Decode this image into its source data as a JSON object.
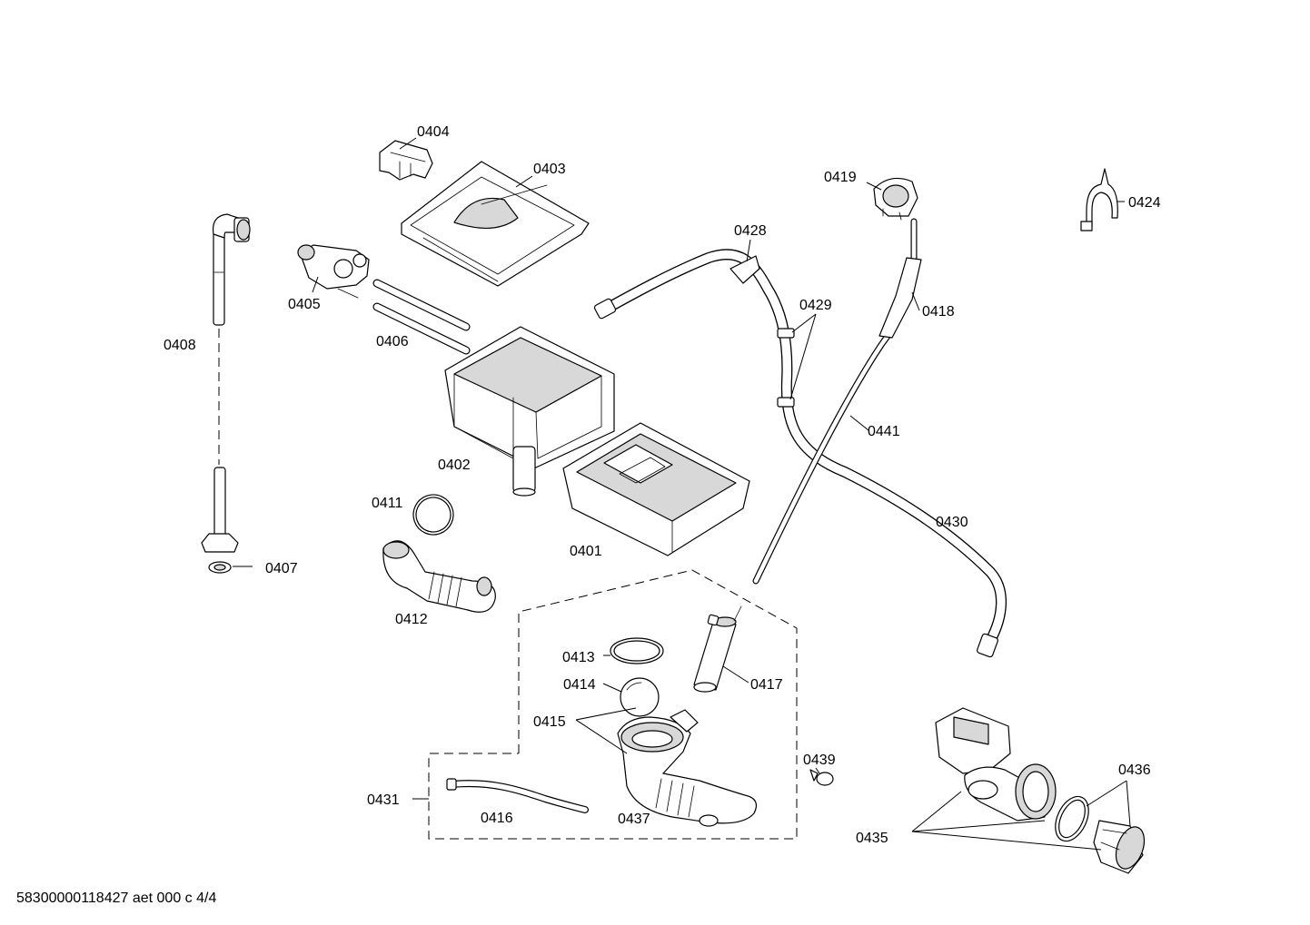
{
  "labels": {
    "p0401": "0401",
    "p0402": "0402",
    "p0403": "0403",
    "p0404": "0404",
    "p0405": "0405",
    "p0406": "0406",
    "p0407": "0407",
    "p0408": "0408",
    "p0411": "0411",
    "p0412": "0412",
    "p0413": "0413",
    "p0414": "0414",
    "p0415": "0415",
    "p0416": "0416",
    "p0417": "0417",
    "p0418": "0418",
    "p0419": "0419",
    "p0424": "0424",
    "p0428": "0428",
    "p0429": "0429",
    "p0430": "0430",
    "p0431": "0431",
    "p0435": "0435",
    "p0436": "0436",
    "p0437": "0437",
    "p0439": "0439",
    "p0441": "0441"
  },
  "footer": "58300000118427 aet 000 c 4/4"
}
